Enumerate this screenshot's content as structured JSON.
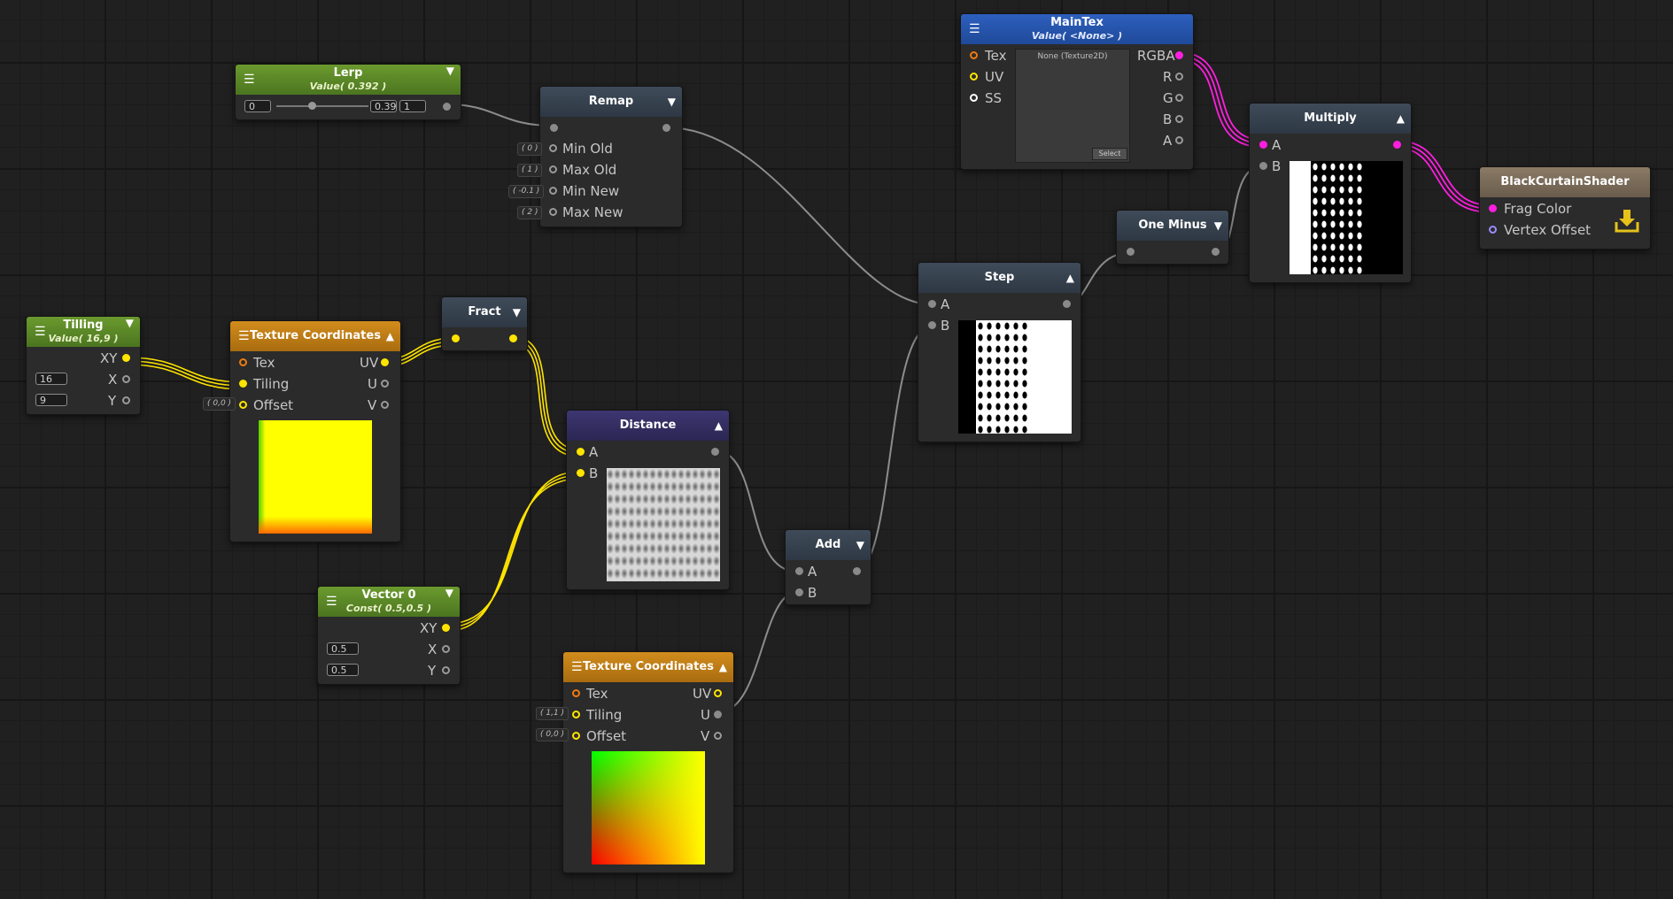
{
  "nodes": {
    "lerp": {
      "title": "Lerp",
      "subtitle": "Value( 0.392 )",
      "min": "0",
      "value": "0.39",
      "max": "1"
    },
    "remap": {
      "title": "Remap",
      "inputs": [
        "Min Old",
        "Max Old",
        "Min New",
        "Max New"
      ],
      "defaults": [
        "( 0 )",
        "( 1 )",
        "( -0.1 )",
        "( 2 )"
      ]
    },
    "maintex": {
      "title": "MainTex",
      "subtitle": "Value( <None> )",
      "inputs": [
        "Tex",
        "UV",
        "SS"
      ],
      "texture_label": "None (Texture2D)",
      "select_label": "Select",
      "outputs": [
        "RGBA",
        "R",
        "G",
        "B",
        "A"
      ]
    },
    "multiply": {
      "title": "Multiply",
      "inputs": [
        "A",
        "B"
      ]
    },
    "master": {
      "title": "BlackCurtainShader",
      "inputs": [
        "Frag Color",
        "Vertex Offset"
      ]
    },
    "one_minus": {
      "title": "One Minus"
    },
    "step": {
      "title": "Step",
      "inputs": [
        "A",
        "B"
      ]
    },
    "tilling": {
      "title": "Tilling",
      "subtitle": "Value( 16,9 )",
      "outputs": [
        "XY",
        "X",
        "Y"
      ],
      "x": "16",
      "y": "9"
    },
    "texcoord1": {
      "title": "Texture Coordinates",
      "inputs": [
        "Tex",
        "Tiling",
        "Offset"
      ],
      "outputs": [
        "UV",
        "U",
        "V"
      ],
      "offset_default": "( 0,0 )"
    },
    "fract": {
      "title": "Fract"
    },
    "distance": {
      "title": "Distance",
      "inputs": [
        "A",
        "B"
      ]
    },
    "add": {
      "title": "Add",
      "inputs": [
        "A",
        "B"
      ]
    },
    "vector0": {
      "title": "Vector 0",
      "subtitle": "Const( 0.5,0.5 )",
      "outputs": [
        "XY",
        "X",
        "Y"
      ],
      "x": "0.5",
      "y": "0.5"
    },
    "texcoord2": {
      "title": "Texture Coordinates",
      "inputs": [
        "Tex",
        "Tiling",
        "Offset"
      ],
      "outputs": [
        "UV",
        "U",
        "V"
      ],
      "tiling_default": "( 1,1 )",
      "offset_default": "( 0,0 )"
    }
  },
  "colors": {
    "canvas": "#202020",
    "wire_gray": "#8c8c8c",
    "wire_yellow": "#ffe400",
    "wire_magenta": "#ff1ee0"
  },
  "icons": {
    "menu": "hamburger-icon",
    "collapse": "triangle-icon",
    "save": "download-icon"
  }
}
